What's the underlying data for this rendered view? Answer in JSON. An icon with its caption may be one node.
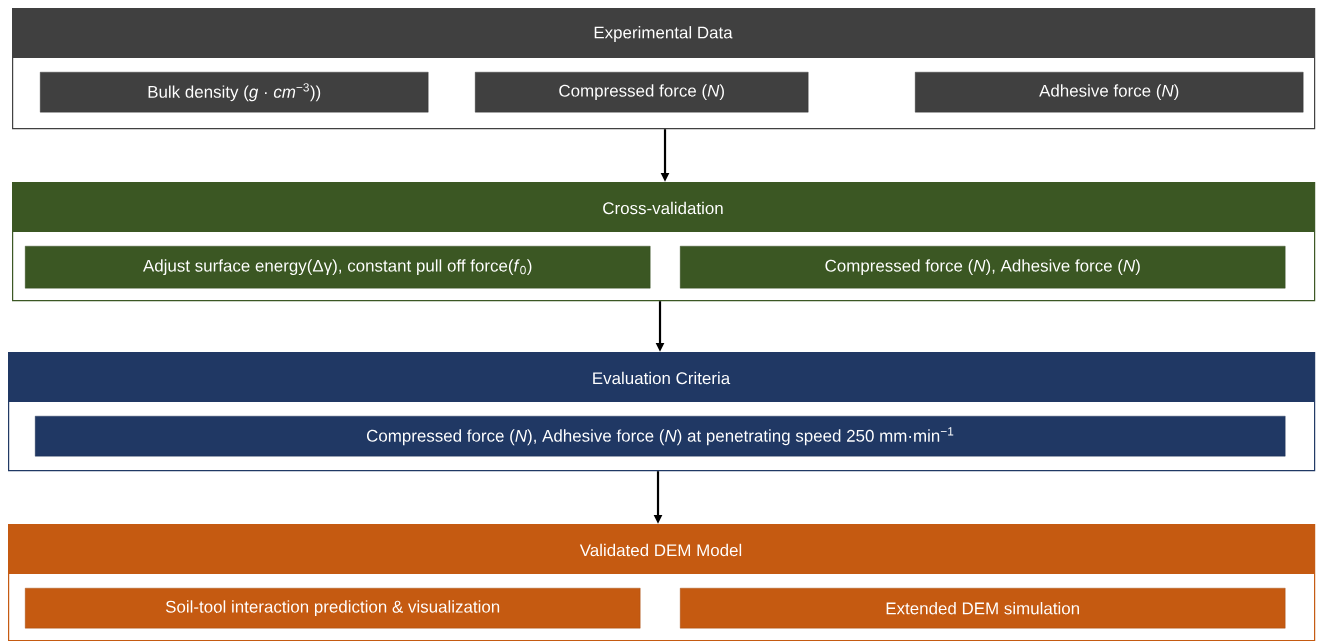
{
  "diagram": {
    "nodes": [
      {
        "text": [
          "Experimental Data"
        ]
      },
      {
        "text": [
          "Bulk density (*g* · *cm*$^{−3}$))"
        ],
        "in": 0
      },
      {
        "text": [
          "Compressed force (*N*)"
        ],
        "in": 0
      },
      {
        "text": [
          "Adhesive force (*N*)"
        ],
        "in": 0
      },
      {
        "text": [
          "Cross-validation"
        ]
      },
      {
        "text": [
          "Adjust surface energy(Δγ), constant pull off force(*f*$_{0}$)"
        ],
        "in": 4
      },
      {
        "text": [
          "Compressed force (*N*), Adhesive force (*N*)"
        ],
        "in": 4
      },
      {
        "text": [
          "Evaluation Criteria"
        ]
      },
      {
        "text": [
          "Compressed force (*N*), Adhesive force (*N*) at penetrating speed 250 mm·min$^{−1}$"
        ],
        "in": 7
      },
      {
        "text": [
          "Validated DEM Model"
        ]
      },
      {
        "text": [
          "Soil-tool interaction prediction & visualization"
        ],
        "in": 9
      },
      {
        "text": [
          "Extended DEM simulation"
        ],
        "in": 9
      }
    ],
    "edges": [
      {
        "from": 0,
        "to": 4,
        "arrow": "to"
      },
      {
        "from": 4,
        "to": 7,
        "arrow": "to"
      },
      {
        "from": 7,
        "to": 9,
        "arrow": "to"
      }
    ]
  }
}
